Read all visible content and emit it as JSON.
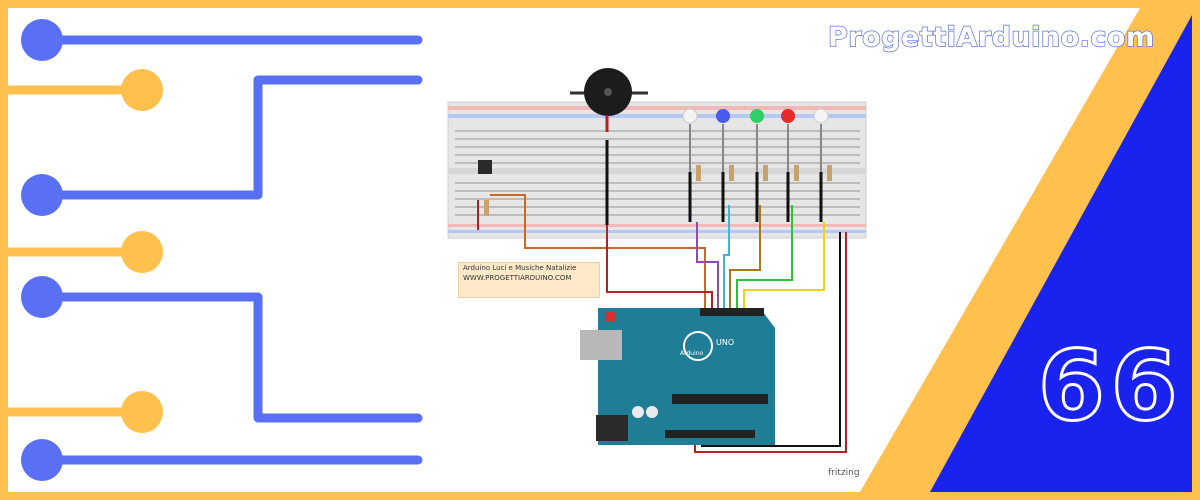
{
  "branding": {
    "site_name": "ProgettiArduino.com"
  },
  "episode": {
    "number": "66"
  },
  "schematic": {
    "note_title": "Arduino Luci e Musiche Natalizie",
    "note_url": "WWW.PROGETTIARDUINO.COM",
    "board_label": "UNO",
    "board_brand": "Arduino",
    "tool_label": "fritzing"
  },
  "colors": {
    "frame_yellow": "#ffc04d",
    "circuit_blue": "#5a70f4",
    "panel_blue": "#1a22ee",
    "board_teal": "#1f7d96",
    "breadboard": "#e8e8e8"
  }
}
